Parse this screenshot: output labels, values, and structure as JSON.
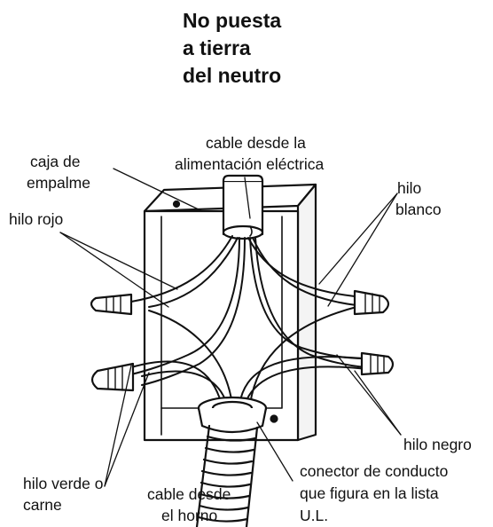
{
  "title": {
    "line1": "No puesta",
    "line2": "a tierra",
    "line3": "del neutro"
  },
  "labels": {
    "supply_cable_1": "cable desde la",
    "supply_cable_2": "alimentación eléctrica",
    "junction_box_1": "caja de",
    "junction_box_2": "empalme",
    "red_wire": "hilo rojo",
    "white_wire_1": "hilo",
    "white_wire_2": "blanco",
    "black_wire": "hilo negro",
    "green_wire_1": "hilo verde o",
    "green_wire_2": "carne",
    "oven_cable_1": "cable desde",
    "oven_cable_2": "el horno",
    "connector_1": "conector de conducto",
    "connector_2": "que figura en la lista",
    "connector_3": "U.L."
  }
}
